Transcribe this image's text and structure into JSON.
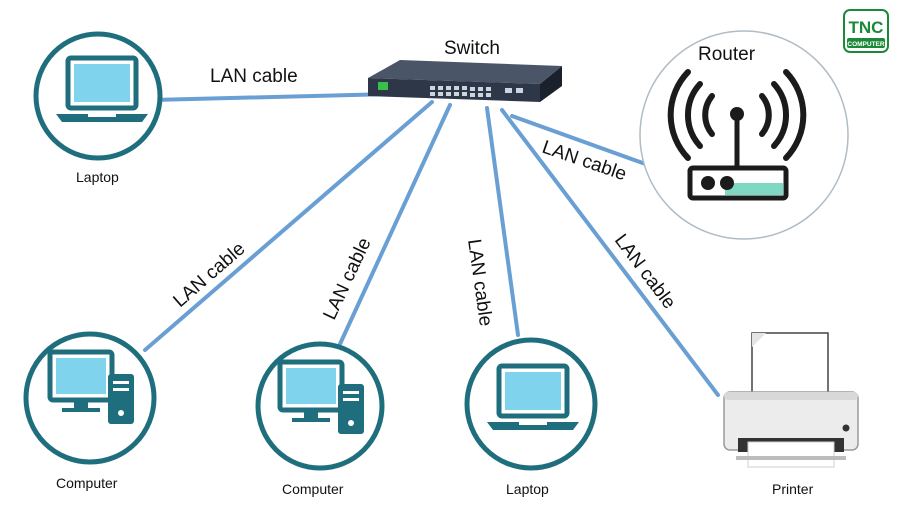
{
  "diagram": {
    "switch_label": "Switch",
    "router_label": "Router",
    "devices": {
      "laptop_top": "Laptop",
      "computer_left": "Computer",
      "computer_mid": "Computer",
      "laptop_bottom": "Laptop",
      "printer": "Printer"
    },
    "cables": {
      "to_laptop_top": "LAN cable",
      "to_router": "LAN cable",
      "to_computer_left": "LAN cable",
      "to_computer_mid": "LAN cable",
      "to_laptop_bottom": "LAN cable",
      "to_printer": "LAN cable"
    },
    "logo": {
      "brand": "TNC",
      "sub": "COMPUTER"
    },
    "colors": {
      "icon": "#1f6e7e",
      "screen": "#7fd3ec",
      "cable": "#6a9fd4",
      "router_fill": "#7fd8c4",
      "logo": "#1a8a3a"
    }
  }
}
